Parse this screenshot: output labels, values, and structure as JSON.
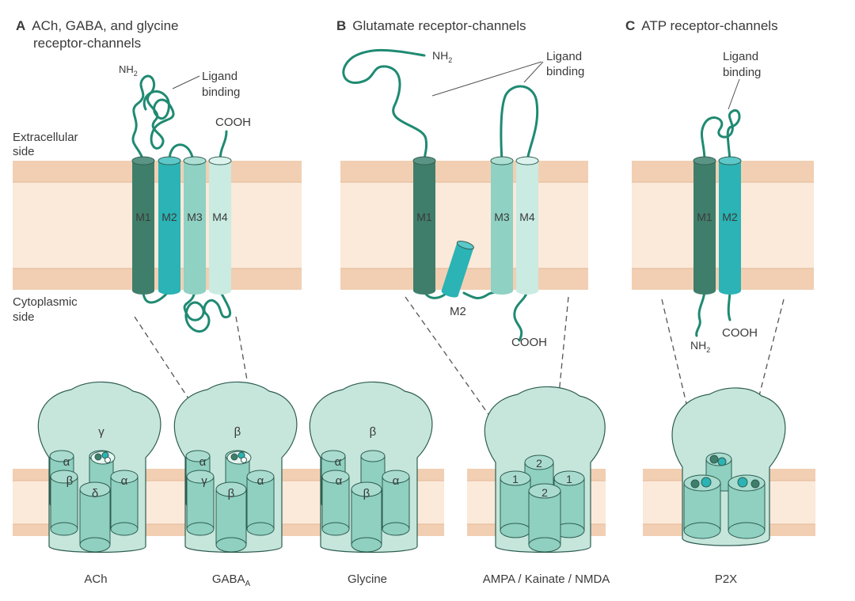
{
  "colors": {
    "membrane_band": "#f2cfb3",
    "membrane_core": "#fbe9d9",
    "membrane_line": "#e3b898",
    "strand": "#1f8a72",
    "m1": "#3f7e6a",
    "m2": "#2bb3b5",
    "m3": "#8fd1c3",
    "m4": "#c9ebe2",
    "cap": "#c6e6dc",
    "cylinder": "#8fd0c0",
    "cylinder_top": "#a9dccf",
    "outline": "#2f5e52"
  },
  "panels": {
    "a": {
      "letter": "A",
      "title_line1": "ACh, GABA, and glycine",
      "title_line2": "receptor-channels",
      "nh2": "NH",
      "nh2_sub": "2",
      "ligand_line1": "Ligand",
      "ligand_line2": "binding",
      "cooh": "COOH",
      "extracellular_line1": "Extracellular",
      "extracellular_line2": "side",
      "cytoplasmic_line1": "Cytoplasmic",
      "cytoplasmic_line2": "side",
      "segments": [
        "M1",
        "M2",
        "M3",
        "M4"
      ]
    },
    "b": {
      "letter": "B",
      "title": "Glutamate receptor-channels",
      "nh2": "NH",
      "nh2_sub": "2",
      "ligand_line1": "Ligand",
      "ligand_line2": "binding",
      "cooh": "COOH",
      "m2_label": "M2",
      "segments": [
        "M1",
        "M3",
        "M4"
      ]
    },
    "c": {
      "letter": "C",
      "title": "ATP receptor-channels",
      "ligand_line1": "Ligand",
      "ligand_line2": "binding",
      "nh2": "NH",
      "nh2_sub": "2",
      "cooh": "COOH",
      "segments": [
        "M1",
        "M2"
      ]
    }
  },
  "channels": [
    {
      "name": "ACh",
      "top_subunit": "γ",
      "subunits": [
        "α",
        "β",
        "α",
        "δ"
      ]
    },
    {
      "name": "GABA",
      "name_sub": "A",
      "top_subunit": "β",
      "subunits": [
        "α",
        "γ",
        "α",
        "β"
      ]
    },
    {
      "name": "Glycine",
      "top_subunit": "β",
      "subunits": [
        "α",
        "α",
        "α",
        "β"
      ]
    },
    {
      "name": "AMPA / Kainate / NMDA",
      "subunits": [
        "2",
        "1",
        "1",
        "2"
      ]
    },
    {
      "name": "P2X"
    }
  ]
}
